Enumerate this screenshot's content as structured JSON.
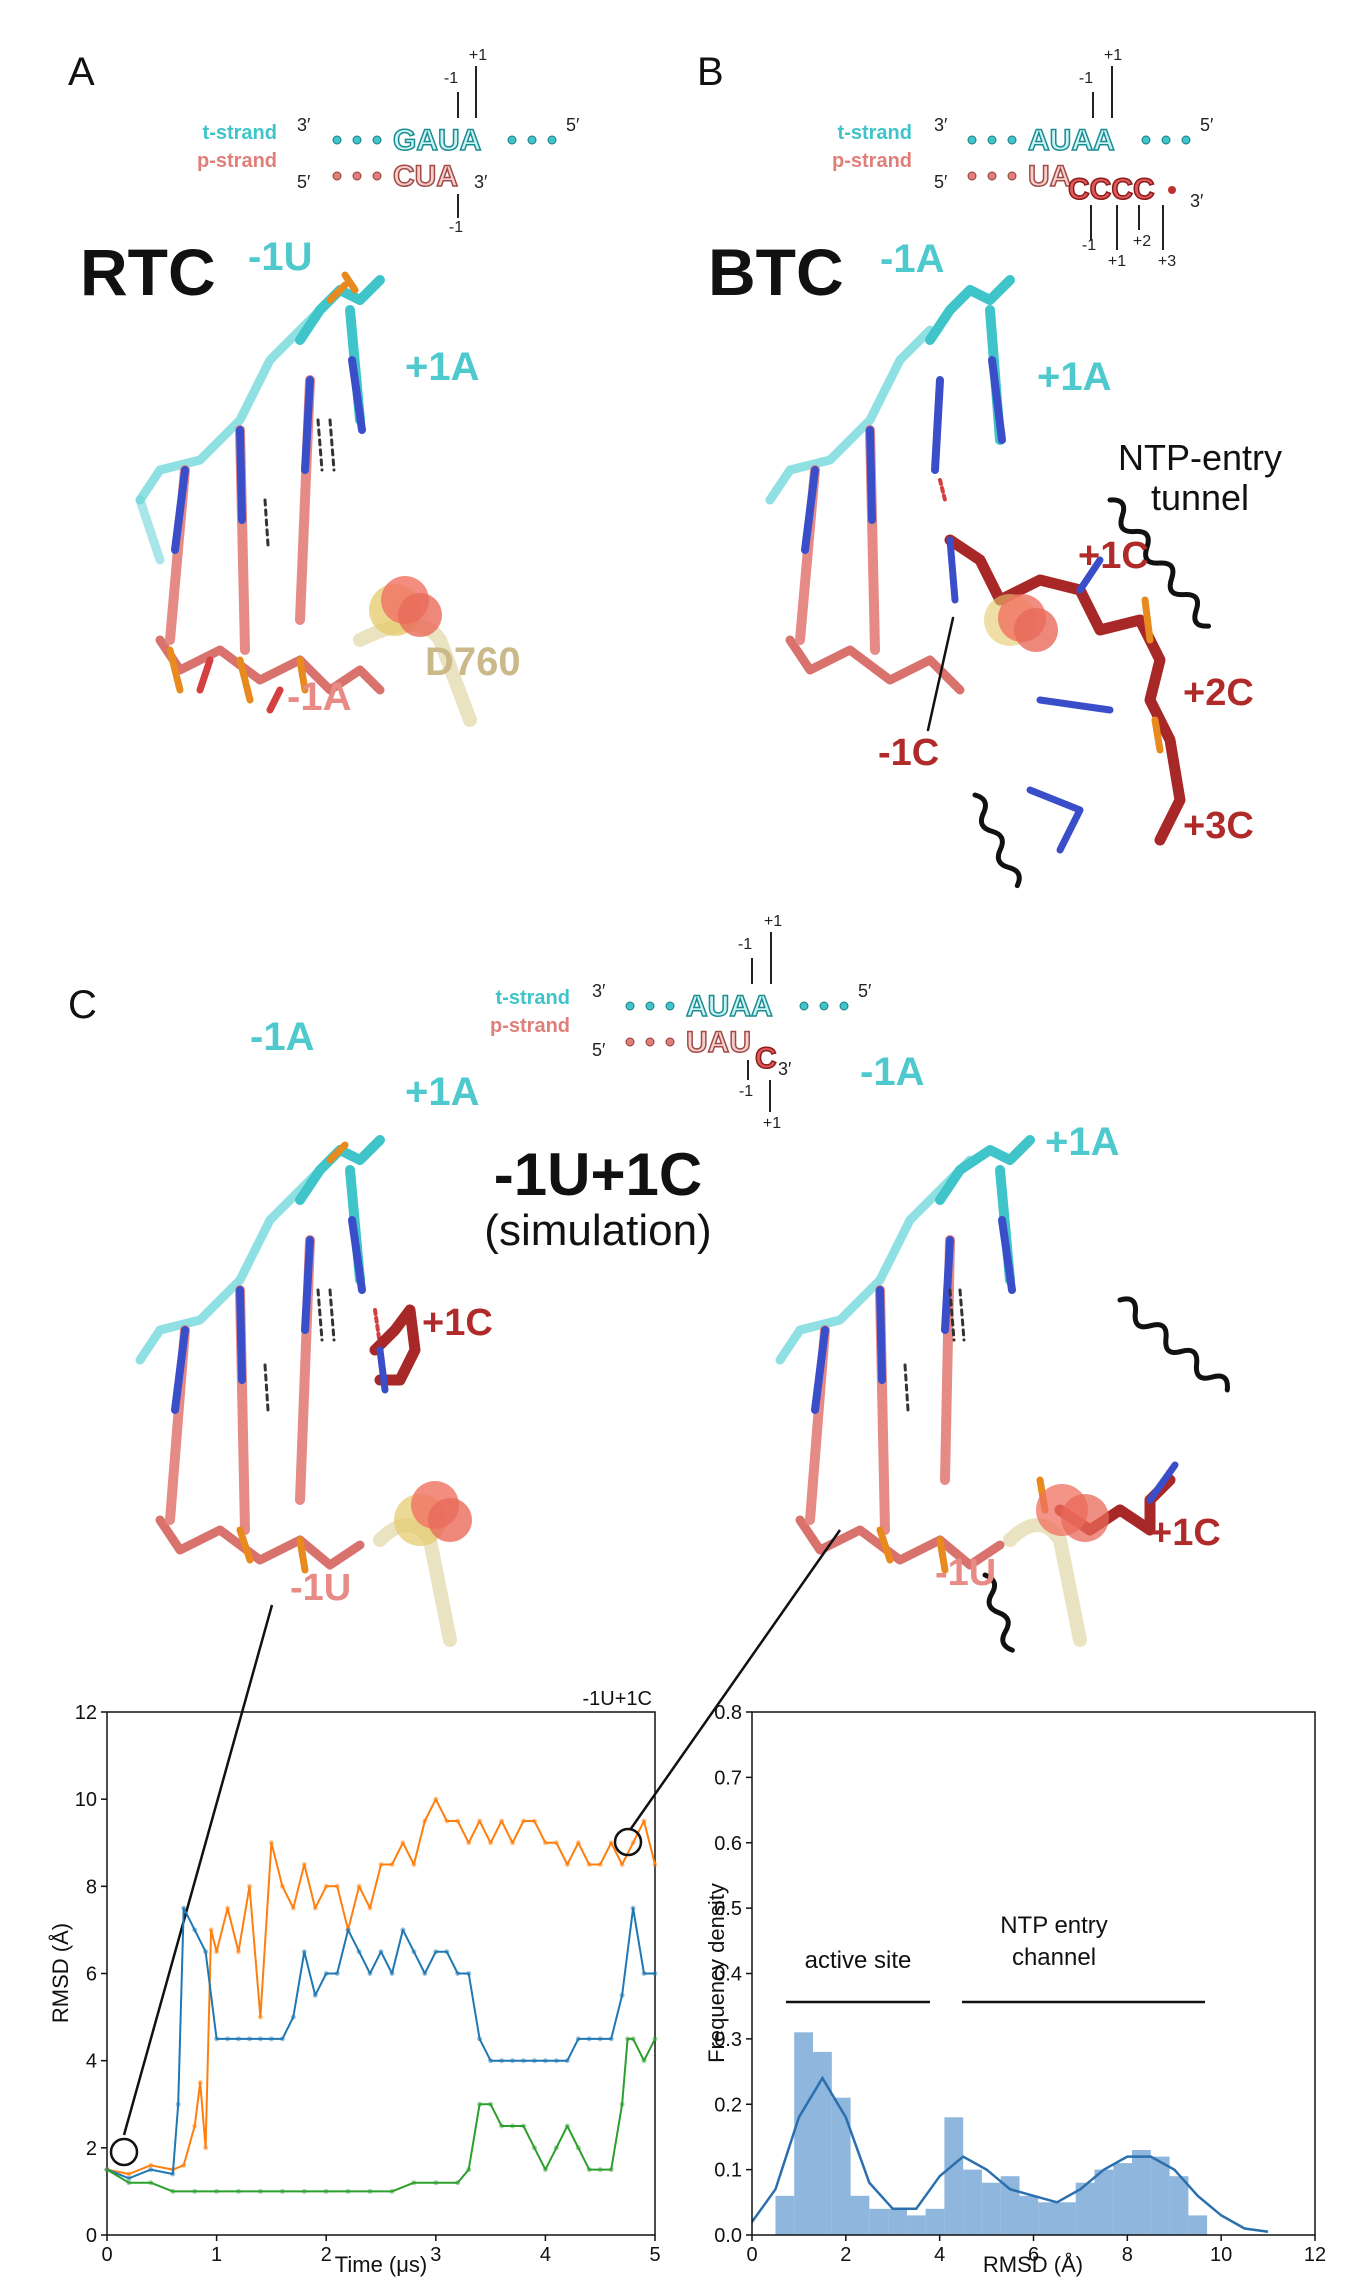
{
  "colors": {
    "cyan": "#3fc4c9",
    "salmon": "#e07f7a",
    "darkred": "#b02a2a",
    "tan": "#cbb98a",
    "orange_series": "#ff7f0e",
    "blue_series": "#1f77b4",
    "green_series": "#2ca02c",
    "hist_fill": "#8fb6dc"
  },
  "panels": {
    "A": {
      "letter": "A",
      "complex": "RTC",
      "t_label": "t-strand",
      "p_label": "p-strand",
      "t_seq": "GAUA",
      "p_seq": "CUA",
      "pos_top_m1": "-1",
      "pos_top_p1": "+1",
      "pos_bot_m1": "-1",
      "p3": "3′",
      "p5": "5′",
      "nt_m1U": "-1U",
      "nt_p1A": "+1A",
      "nt_m1A": "-1A",
      "residue": "D760"
    },
    "B": {
      "letter": "B",
      "complex": "BTC",
      "t_label": "t-strand",
      "p_label": "p-strand",
      "t_seq": "AUAA",
      "p_seq": "UA",
      "p_seq2": "CCCC",
      "pos_top_m1": "-1",
      "pos_top_p1": "+1",
      "pos_bot_m1": "-1",
      "pos_bot_p1": "+1",
      "pos_bot_p2": "+2",
      "pos_bot_p3": "+3",
      "p3": "3′",
      "p5": "5′",
      "nt_m1A": "-1A",
      "nt_p1A": "+1A",
      "nt_p1C": "+1C",
      "nt_p2C": "+2C",
      "nt_p3C": "+3C",
      "nt_m1C": "-1C",
      "tunnel_line1": "NTP-entry",
      "tunnel_line2": "tunnel"
    },
    "C": {
      "letter": "C",
      "t_label": "t-strand",
      "p_label": "p-strand",
      "t_seq": "AUAA",
      "p_seq": "UAU",
      "p_seq2": "C",
      "pos_top_m1": "-1",
      "pos_top_p1": "+1",
      "pos_bot_m1": "-1",
      "pos_bot_p1": "+1",
      "p3": "3′",
      "p5": "5′",
      "title": "-1U+1C",
      "subtitle": "(simulation)",
      "left_nt_m1A": "-1A",
      "left_nt_p1A": "+1A",
      "left_nt_p1C": "+1C",
      "left_nt_m1U": "-1U",
      "right_nt_m1A": "-1A",
      "right_nt_p1A": "+1A",
      "right_nt_p1C": "+1C",
      "right_nt_m1U": "-1U"
    }
  },
  "chart_data": [
    {
      "type": "line",
      "title": "-1U+1C",
      "xlabel": "Time (μs)",
      "ylabel": "RMSD (Å)",
      "xlim": [
        0,
        5
      ],
      "ylim": [
        0,
        12
      ],
      "xticks": [
        "0",
        "1",
        "2",
        "3",
        "4",
        "5"
      ],
      "yticks": [
        "0",
        "2",
        "4",
        "6",
        "8",
        "10",
        "12"
      ],
      "grid": false,
      "series": [
        {
          "color": "#ff7f0e",
          "x": [
            0,
            0.2,
            0.4,
            0.6,
            0.7,
            0.8,
            0.85,
            0.9,
            0.95,
            1.0,
            1.1,
            1.2,
            1.3,
            1.4,
            1.5,
            1.6,
            1.7,
            1.8,
            1.9,
            2.0,
            2.1,
            2.2,
            2.3,
            2.4,
            2.5,
            2.6,
            2.7,
            2.8,
            2.9,
            3.0,
            3.1,
            3.2,
            3.3,
            3.4,
            3.5,
            3.6,
            3.7,
            3.8,
            3.9,
            4.0,
            4.1,
            4.2,
            4.3,
            4.4,
            4.5,
            4.6,
            4.7,
            4.8,
            4.9,
            5.0
          ],
          "y": [
            1.5,
            1.4,
            1.6,
            1.5,
            1.6,
            2.5,
            3.5,
            2.0,
            7.0,
            6.5,
            7.5,
            6.5,
            8.0,
            5.0,
            9.0,
            8.0,
            7.5,
            8.5,
            7.5,
            8.0,
            8.0,
            7.0,
            8.0,
            7.5,
            8.5,
            8.5,
            9.0,
            8.5,
            9.5,
            10.0,
            9.5,
            9.5,
            9.0,
            9.5,
            9.0,
            9.5,
            9.0,
            9.5,
            9.5,
            9.0,
            9.0,
            8.5,
            9.0,
            8.5,
            8.5,
            9.0,
            8.5,
            9.0,
            9.5,
            8.5
          ]
        },
        {
          "color": "#1f77b4",
          "x": [
            0,
            0.2,
            0.4,
            0.6,
            0.65,
            0.7,
            0.8,
            0.9,
            1.0,
            1.1,
            1.2,
            1.3,
            1.4,
            1.5,
            1.6,
            1.7,
            1.8,
            1.9,
            2.0,
            2.1,
            2.2,
            2.3,
            2.4,
            2.5,
            2.6,
            2.7,
            2.8,
            2.9,
            3.0,
            3.1,
            3.2,
            3.3,
            3.4,
            3.5,
            3.6,
            3.7,
            3.8,
            3.9,
            4.0,
            4.1,
            4.2,
            4.3,
            4.4,
            4.5,
            4.6,
            4.7,
            4.8,
            4.9,
            5.0
          ],
          "y": [
            1.5,
            1.3,
            1.5,
            1.4,
            3.0,
            7.5,
            7.0,
            6.5,
            4.5,
            4.5,
            4.5,
            4.5,
            4.5,
            4.5,
            4.5,
            5.0,
            6.5,
            5.5,
            6.0,
            6.0,
            7.0,
            6.5,
            6.0,
            6.5,
            6.0,
            7.0,
            6.5,
            6.0,
            6.5,
            6.5,
            6.0,
            6.0,
            4.5,
            4.0,
            4.0,
            4.0,
            4.0,
            4.0,
            4.0,
            4.0,
            4.0,
            4.5,
            4.5,
            4.5,
            4.5,
            5.5,
            7.5,
            6.0,
            6.0
          ]
        },
        {
          "color": "#2ca02c",
          "x": [
            0,
            0.2,
            0.4,
            0.6,
            0.8,
            1.0,
            1.2,
            1.4,
            1.6,
            1.8,
            2.0,
            2.2,
            2.4,
            2.6,
            2.8,
            3.0,
            3.2,
            3.3,
            3.4,
            3.5,
            3.6,
            3.7,
            3.8,
            3.9,
            4.0,
            4.1,
            4.2,
            4.3,
            4.4,
            4.5,
            4.6,
            4.7,
            4.75,
            4.8,
            4.9,
            5.0
          ],
          "y": [
            1.5,
            1.2,
            1.2,
            1.0,
            1.0,
            1.0,
            1.0,
            1.0,
            1.0,
            1.0,
            1.0,
            1.0,
            1.0,
            1.0,
            1.2,
            1.2,
            1.2,
            1.5,
            3.0,
            3.0,
            2.5,
            2.5,
            2.5,
            2.0,
            1.5,
            2.0,
            2.5,
            2.0,
            1.5,
            1.5,
            1.5,
            3.0,
            4.5,
            4.5,
            4.0,
            4.5
          ]
        }
      ]
    },
    {
      "type": "bar",
      "xlabel": "RMSD (Å)",
      "ylabel": "Frequency density",
      "xlim": [
        0,
        12
      ],
      "ylim": [
        0,
        0.8
      ],
      "xticks": [
        "0",
        "2",
        "4",
        "6",
        "8",
        "10",
        "12"
      ],
      "yticks": [
        "0.0",
        "0.1",
        "0.2",
        "0.3",
        "0.4",
        "0.5",
        "0.6",
        "0.7",
        "0.8"
      ],
      "bin_edges": [
        0.5,
        0.9,
        1.3,
        1.7,
        2.1,
        2.5,
        2.9,
        3.3,
        3.7,
        4.1,
        4.5,
        4.9,
        5.3,
        5.7,
        6.1,
        6.5,
        6.9,
        7.3,
        7.7,
        8.1,
        8.5,
        8.9,
        9.3,
        9.7
      ],
      "values": [
        0.06,
        0.31,
        0.28,
        0.21,
        0.06,
        0.04,
        0.04,
        0.03,
        0.04,
        0.18,
        0.1,
        0.08,
        0.09,
        0.06,
        0.05,
        0.05,
        0.08,
        0.1,
        0.11,
        0.13,
        0.12,
        0.09,
        0.03
      ],
      "kde": {
        "x": [
          0,
          0.5,
          1.0,
          1.5,
          2.0,
          2.5,
          3.0,
          3.5,
          4.0,
          4.5,
          5.0,
          5.5,
          6.0,
          6.5,
          7.0,
          7.5,
          8.0,
          8.5,
          9.0,
          9.5,
          10.0,
          10.5,
          11.0
        ],
        "y": [
          0.02,
          0.07,
          0.18,
          0.24,
          0.18,
          0.08,
          0.04,
          0.04,
          0.09,
          0.12,
          0.1,
          0.07,
          0.06,
          0.05,
          0.07,
          0.1,
          0.12,
          0.12,
          0.1,
          0.06,
          0.03,
          0.01,
          0.005
        ]
      },
      "annotations": {
        "active_site": "active site",
        "ntp_line1": "NTP entry",
        "ntp_line2": "channel"
      }
    }
  ]
}
